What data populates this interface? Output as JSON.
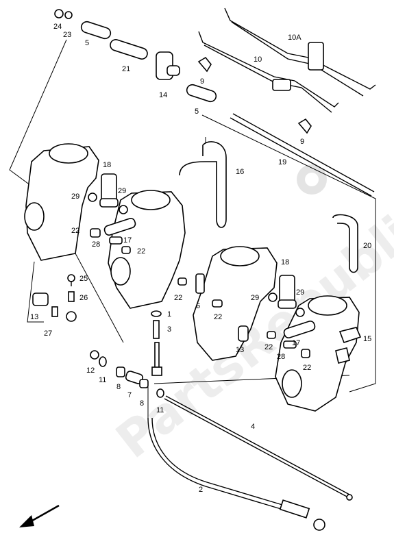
{
  "watermark": "PartsRepublik",
  "labels": [
    {
      "id": "24",
      "text": "24"
    },
    {
      "id": "23",
      "text": "23"
    },
    {
      "id": "5a",
      "text": "5"
    },
    {
      "id": "21",
      "text": "21"
    },
    {
      "id": "14",
      "text": "14"
    },
    {
      "id": "9a",
      "text": "9"
    },
    {
      "id": "10A",
      "text": "10A"
    },
    {
      "id": "10",
      "text": "10"
    },
    {
      "id": "5b",
      "text": "5"
    },
    {
      "id": "9b",
      "text": "9"
    },
    {
      "id": "16",
      "text": "16"
    },
    {
      "id": "19",
      "text": "19"
    },
    {
      "id": "18a",
      "text": "18"
    },
    {
      "id": "29a",
      "text": "29"
    },
    {
      "id": "29b",
      "text": "29"
    },
    {
      "id": "22a",
      "text": "22"
    },
    {
      "id": "28a",
      "text": "28"
    },
    {
      "id": "17a",
      "text": "17"
    },
    {
      "id": "22b",
      "text": "22"
    },
    {
      "id": "20",
      "text": "20"
    },
    {
      "id": "18b",
      "text": "18"
    },
    {
      "id": "25",
      "text": "25"
    },
    {
      "id": "22c",
      "text": "22"
    },
    {
      "id": "26",
      "text": "26"
    },
    {
      "id": "6",
      "text": "6"
    },
    {
      "id": "22d",
      "text": "22"
    },
    {
      "id": "29c",
      "text": "29"
    },
    {
      "id": "29d",
      "text": "29"
    },
    {
      "id": "13a",
      "text": "13"
    },
    {
      "id": "1",
      "text": "1"
    },
    {
      "id": "3",
      "text": "3"
    },
    {
      "id": "27",
      "text": "27"
    },
    {
      "id": "13b",
      "text": "13"
    },
    {
      "id": "22e",
      "text": "22"
    },
    {
      "id": "17b",
      "text": "17"
    },
    {
      "id": "28b",
      "text": "28"
    },
    {
      "id": "15",
      "text": "15"
    },
    {
      "id": "12",
      "text": "12"
    },
    {
      "id": "11a",
      "text": "11"
    },
    {
      "id": "22f",
      "text": "22"
    },
    {
      "id": "8a",
      "text": "8"
    },
    {
      "id": "7",
      "text": "7"
    },
    {
      "id": "8b",
      "text": "8"
    },
    {
      "id": "11b",
      "text": "11"
    },
    {
      "id": "4",
      "text": "4"
    },
    {
      "id": "2",
      "text": "2"
    }
  ]
}
